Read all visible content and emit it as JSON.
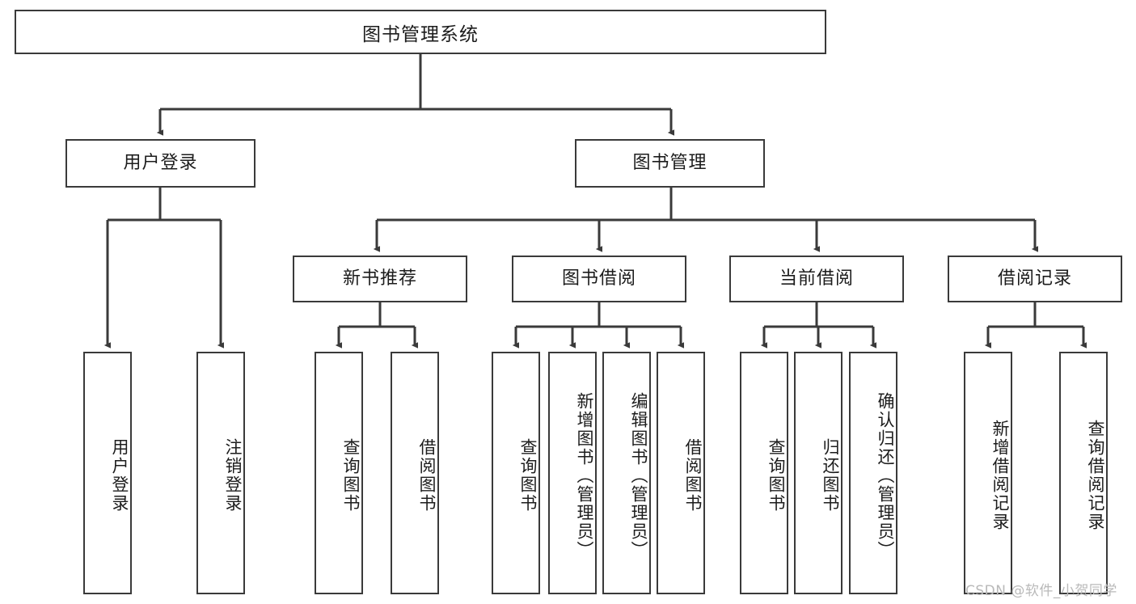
{
  "diagram": {
    "title": "图书管理系统",
    "watermark": "CSDN @软件_小贺同学",
    "colors": {
      "stroke": "#3a3a3a",
      "box_fill": "#ffffff",
      "text": "#1c1c1c",
      "background": "#ffffff",
      "watermark": "#b9b9b9"
    },
    "levels": {
      "root": "图书管理系统",
      "level2": [
        "用户登录",
        "图书管理"
      ],
      "level3": [
        "新书推荐",
        "图书借阅",
        "当前借阅",
        "借阅记录"
      ]
    },
    "nodes": {
      "root": {
        "label": "图书管理系统"
      },
      "user_login": {
        "label": "用户登录"
      },
      "book_manage": {
        "label": "图书管理"
      },
      "new_book_rec": {
        "label": "新书推荐"
      },
      "book_borrow": {
        "label": "图书借阅"
      },
      "current_borrow": {
        "label": "当前借阅"
      },
      "borrow_record": {
        "label": "借阅记录"
      },
      "leaf_user_login": {
        "label": "用户登录"
      },
      "leaf_logout": {
        "label": "注销登录"
      },
      "leaf_query_book_1": {
        "label": "查询图书"
      },
      "leaf_borrow_book_1": {
        "label": "借阅图书"
      },
      "leaf_query_book_2": {
        "label": "查询图书"
      },
      "leaf_add_book": {
        "label": "新增图书（管理员）"
      },
      "leaf_edit_book": {
        "label": "编辑图书（管理员）"
      },
      "leaf_borrow_book_2": {
        "label": "借阅图书"
      },
      "leaf_query_book_3": {
        "label": "查询图书"
      },
      "leaf_return_book": {
        "label": "归还图书"
      },
      "leaf_confirm_return": {
        "label": "确认归还（管理员）"
      },
      "leaf_add_record": {
        "label": "新增借阅记录"
      },
      "leaf_query_record": {
        "label": "查询借阅记录"
      }
    },
    "edges": [
      {
        "from": "root",
        "to": "user_login"
      },
      {
        "from": "root",
        "to": "book_manage"
      },
      {
        "from": "user_login",
        "to": "leaf_user_login"
      },
      {
        "from": "user_login",
        "to": "leaf_logout"
      },
      {
        "from": "book_manage",
        "to": "new_book_rec"
      },
      {
        "from": "book_manage",
        "to": "book_borrow"
      },
      {
        "from": "book_manage",
        "to": "current_borrow"
      },
      {
        "from": "book_manage",
        "to": "borrow_record"
      },
      {
        "from": "new_book_rec",
        "to": "leaf_query_book_1"
      },
      {
        "from": "new_book_rec",
        "to": "leaf_borrow_book_1"
      },
      {
        "from": "book_borrow",
        "to": "leaf_query_book_2"
      },
      {
        "from": "book_borrow",
        "to": "leaf_add_book"
      },
      {
        "from": "book_borrow",
        "to": "leaf_edit_book"
      },
      {
        "from": "book_borrow",
        "to": "leaf_borrow_book_2"
      },
      {
        "from": "current_borrow",
        "to": "leaf_query_book_3"
      },
      {
        "from": "current_borrow",
        "to": "leaf_return_book"
      },
      {
        "from": "current_borrow",
        "to": "leaf_confirm_return"
      },
      {
        "from": "borrow_record",
        "to": "leaf_add_record"
      },
      {
        "from": "borrow_record",
        "to": "leaf_query_record"
      }
    ]
  }
}
